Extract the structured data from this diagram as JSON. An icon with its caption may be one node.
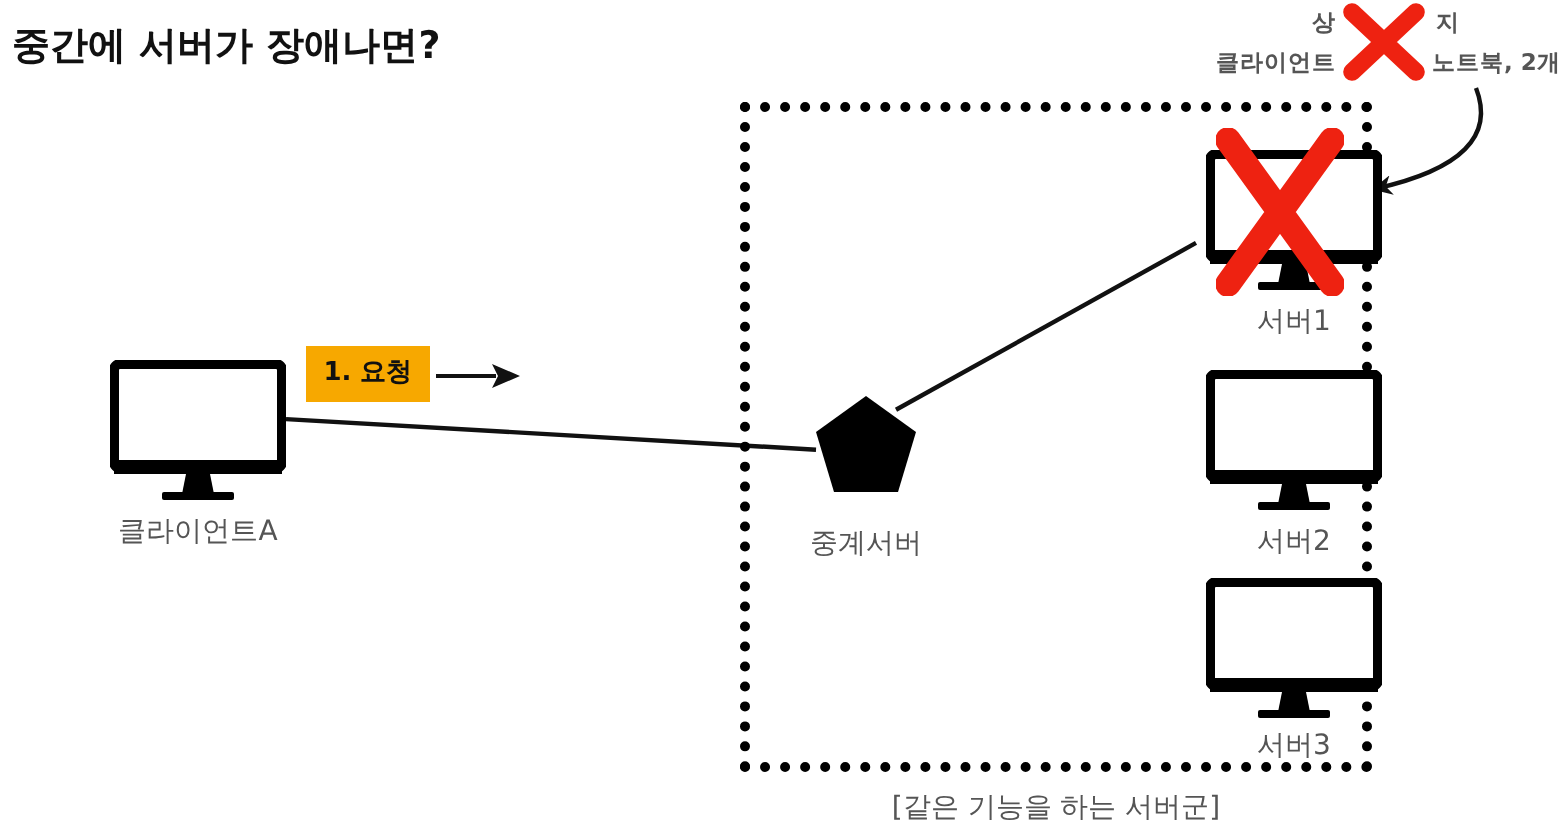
{
  "diagram": {
    "title": "중간에 서버가 장애나면?",
    "nodes": [
      {
        "text": [
          "클라이언트A"
        ]
      },
      {
        "text": [
          "[같은 기능을 하는 서버군]"
        ]
      },
      {
        "text": [
          "중계서버"
        ],
        "in": 1
      },
      {
        "text": [
          "서버1"
        ],
        "in": 1
      },
      {
        "text": [
          "서버2"
        ],
        "in": 1
      },
      {
        "text": [
          "서버3"
        ],
        "in": 1
      },
      {
        "text": [
          "상",
          "지",
          "클라이언트",
          "노트북, 2개"
        ]
      },
      {
        "text": [
          "1. 요청"
        ]
      }
    ],
    "edges": [
      {
        "from": 0,
        "to": 2,
        "arrow": "none"
      },
      {
        "from": 2,
        "to": 3,
        "arrow": "none"
      },
      {
        "from": 6,
        "to": 3,
        "arrow": "to"
      }
    ]
  }
}
